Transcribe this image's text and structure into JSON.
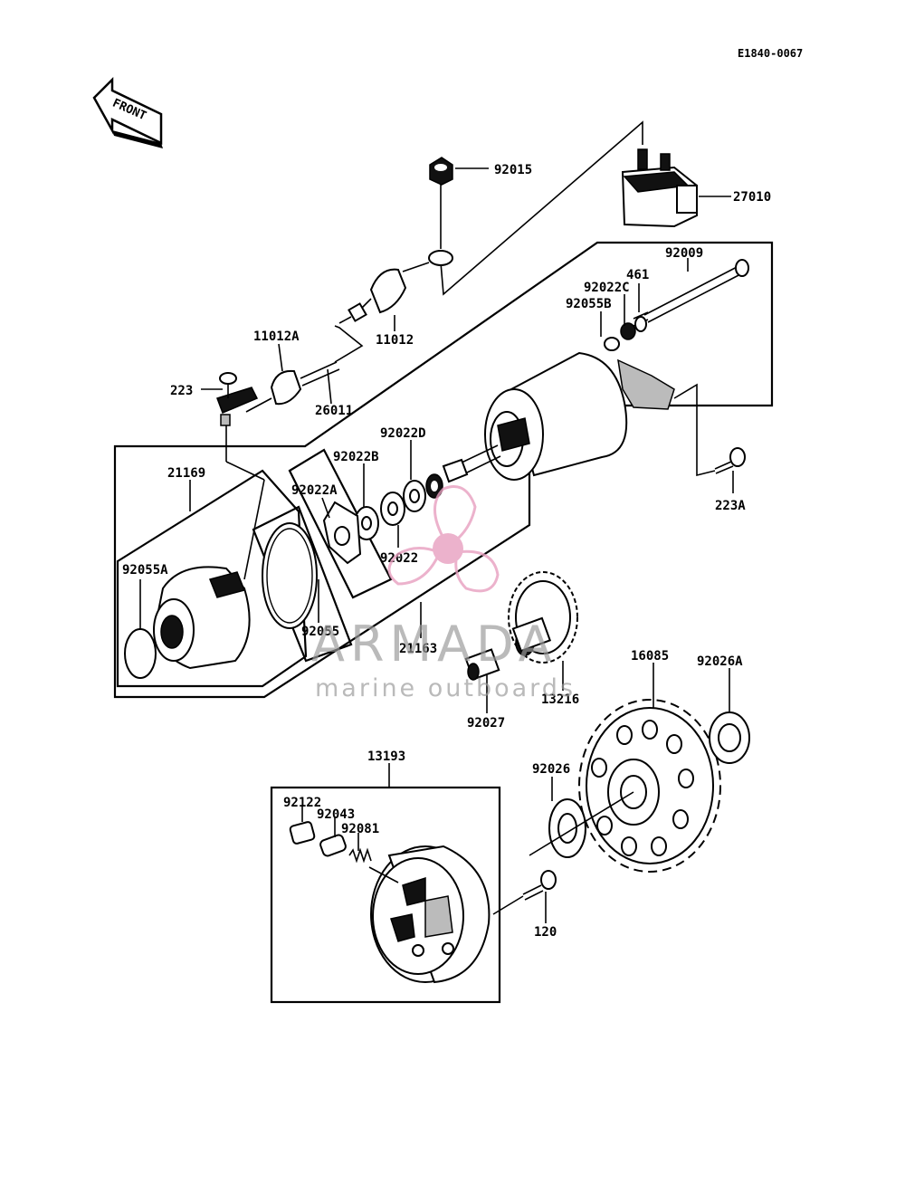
{
  "diagram": {
    "code": "E1840-0067",
    "front_label": "FRONT",
    "watermark": {
      "brand": "ARMADA",
      "tagline": "marine outboards",
      "logo_color": "#e8a0c0"
    },
    "labels": [
      "92015",
      "27010",
      "92009",
      "461",
      "92022C",
      "92055B",
      "11012A",
      "11012",
      "223",
      "26011",
      "92022D",
      "92022B",
      "21169",
      "92022A",
      "223A",
      "92055A",
      "92022",
      "92055",
      "21163",
      "13216",
      "16085",
      "92026A",
      "92027",
      "13193",
      "92026",
      "92122",
      "92043",
      "92081",
      "120"
    ]
  }
}
